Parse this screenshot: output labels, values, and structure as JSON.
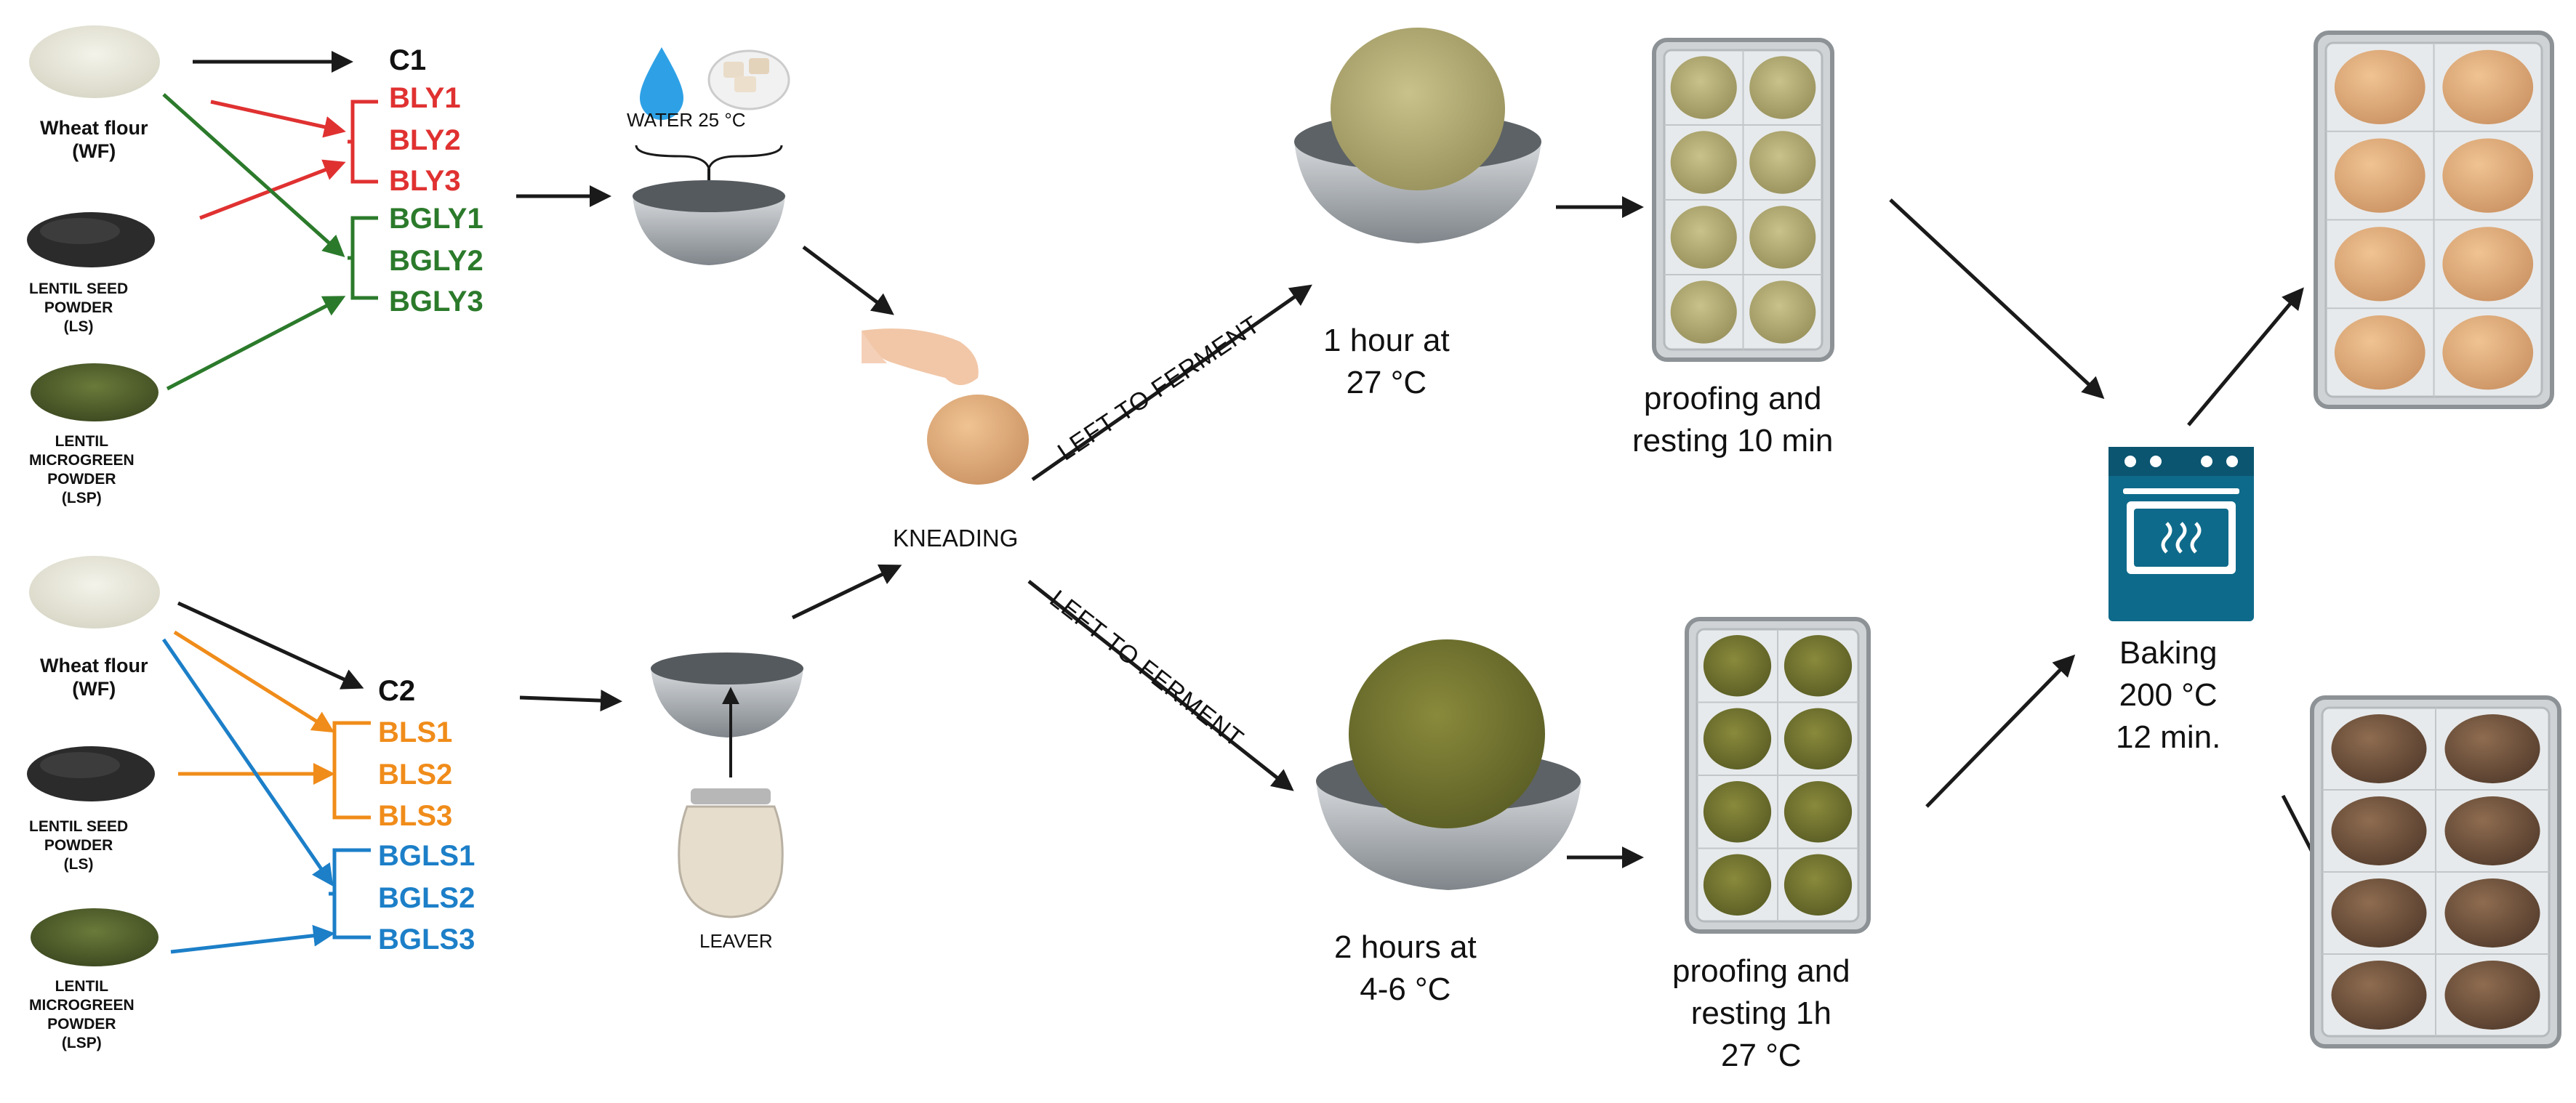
{
  "ingredients_top": {
    "wheat": "Wheat flour\n(WF)",
    "seed": "LENTIL SEED\nPOWDER\n(LS)",
    "microgreen": "LENTIL\nMICROGREEN\nPOWDER\n(LSP)"
  },
  "ingredients_bottom": {
    "wheat": "Wheat flour\n(WF)",
    "seed": "LENTIL SEED\nPOWDER\n(LS)",
    "microgreen": "LENTIL\nMICROGREEN\nPOWDER\n(LSP)"
  },
  "groups": {
    "c1": "C1",
    "c2": "C2",
    "red_codes": [
      "BLY1",
      "BLY2",
      "BLY3"
    ],
    "green_codes": [
      "BGLY1",
      "BGLY2",
      "BGLY3"
    ],
    "orange_codes": [
      "BLS1",
      "BLS2",
      "BLS3"
    ],
    "blue_codes": [
      "BGLS1",
      "BGLS2",
      "BGLS3"
    ]
  },
  "labels": {
    "water": "WATER 25 °C",
    "kneading": "KNEADING",
    "leaver": "LEAVER",
    "ferment_top": "LEFT TO FERMENT",
    "ferment_bottom": "LEFT TO FERMENT",
    "top_ferment_time": "1 hour at\n27 °C",
    "bottom_ferment_time": "2 hours at\n4-6 °C",
    "top_proofing": "proofing and\nresting 10 min",
    "bottom_proofing": "proofing and\nresting 1h\n27 °C",
    "baking": "Baking\n200 °C\n12 min."
  },
  "colors": {
    "red": "#e03131",
    "green": "#2b7a2b",
    "orange": "#f08c1a",
    "blue": "#1c7fc8",
    "arrow": "#1a1a1a",
    "oven": "#0e6a8a",
    "bowl": "#8f9499",
    "tray": "#9ea3a8"
  }
}
